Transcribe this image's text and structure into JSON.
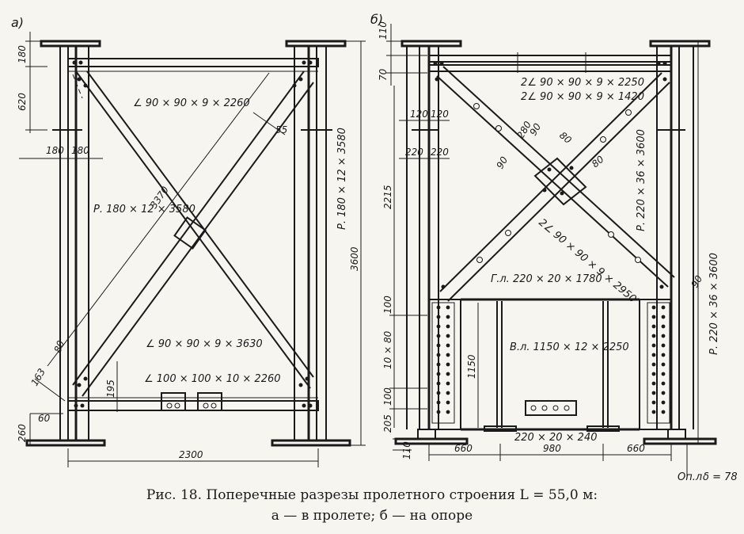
{
  "panels": {
    "a": {
      "letter": "а)",
      "labels": {
        "top_brace": "∠ 90 × 90 × 9 × 2260",
        "diag_brace": "∠ 90 × 90 × 9 × 3630",
        "bottom_brace": "∠ 100 × 100 × 10 × 2260",
        "left_plate": "Р. 180 × 12 × 3580",
        "right_plate": "Р. 180 × 12 × 3580"
      },
      "dims": {
        "d180_top": "180",
        "d620": "620",
        "d180_l": "180",
        "d180_r": "180",
        "d3370": "3370",
        "d55": "55",
        "d3600": "3600",
        "d80": "80",
        "d163": "163",
        "d195": "195",
        "d60": "60",
        "d260": "260",
        "d2300": "2300"
      }
    },
    "b": {
      "letter": "б)",
      "labels": {
        "top_brace_1": "2∠ 90 × 90 × 9 × 2250",
        "top_brace_2": "2∠ 90 × 90 × 9 × 1420",
        "diag_brace": "2∠ 90 × 90 × 9 × 2950",
        "right_plate": "Р. 220 × 36 × 3600",
        "outer_plate": "Р. 220 × 36 × 3600",
        "gusset": "Г.л. 220 × 20 × 1780",
        "web": "В.л. 1150 × 12 × 2250",
        "bottom_plate": "220 × 20 × 240",
        "support": "Оп.л",
        "thickness": "δ = 78"
      },
      "dims": {
        "d110": "110",
        "d70": "70",
        "d120_l": "120",
        "d120_r": "120",
        "d220_l": "220",
        "d220_r": "220",
        "d2215": "2215",
        "d280": "280",
        "d90_a": "90",
        "d90_b": "90",
        "d80_a": "80",
        "d80_b": "80",
        "d100_a": "100",
        "d10x80": "10 × 80",
        "d100_b": "100",
        "d205": "205",
        "d1150": "1150",
        "d110_b": "110",
        "d660_l": "660",
        "d980": "980",
        "d660_r": "660",
        "d90_c": "90"
      }
    }
  },
  "caption": {
    "line1": "Рис. 18. Поперечные разрезы пролетного строения L = 55,0 м:",
    "line2": "а — в пролете; б — на опоре"
  }
}
